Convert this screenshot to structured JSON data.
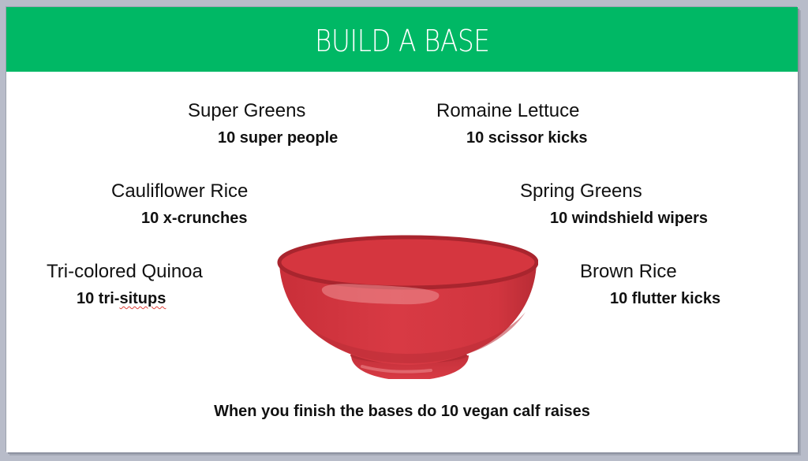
{
  "slide": {
    "title": "BUILD A BASE",
    "header_color": "#00B865",
    "items": [
      {
        "name": "Super Greens",
        "reps": "10 super people"
      },
      {
        "name": "Romaine Lettuce",
        "reps": "10 scissor kicks"
      },
      {
        "name": "Cauliflower Rice",
        "reps": "10 x-crunches"
      },
      {
        "name": "Spring Greens",
        "reps": "10 windshield wipers"
      },
      {
        "name": "Tri-colored Quinoa",
        "reps_prefix": "10 tri-",
        "reps_flagged": "situps"
      },
      {
        "name": "Brown Rice",
        "reps": "10 flutter kicks"
      }
    ],
    "image": {
      "icon": "red-bowl-icon",
      "color": "#D3363F"
    },
    "footer": "When you finish the bases do 10 vegan calf raises"
  }
}
